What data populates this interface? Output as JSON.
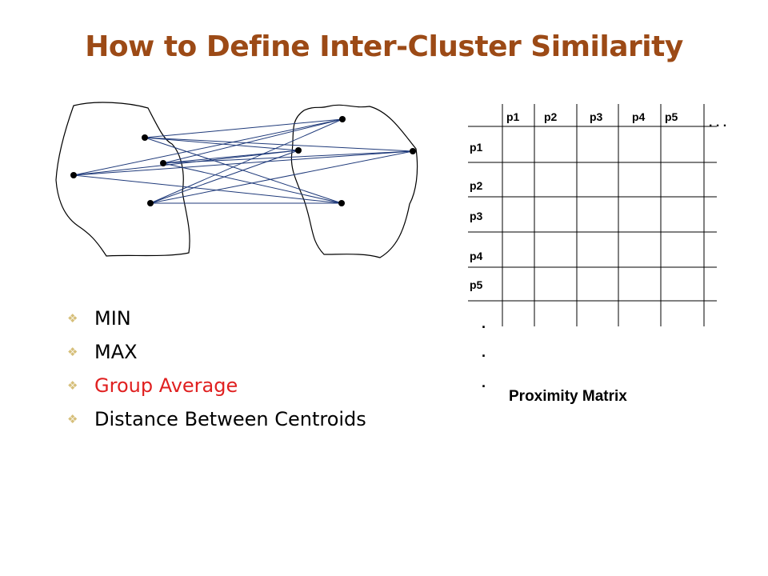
{
  "title": "How to Define Inter-Cluster Similarity",
  "bullets": [
    {
      "label": "MIN",
      "highlighted": false
    },
    {
      "label": "MAX",
      "highlighted": false
    },
    {
      "label": "Group Average",
      "highlighted": true
    },
    {
      "label": "Distance Between Centroids",
      "highlighted": false
    }
  ],
  "matrix": {
    "col_headers": [
      "p1",
      "p2",
      "p3",
      "p4",
      "p5"
    ],
    "row_headers": [
      "p1",
      "p2",
      "p3",
      "p4",
      "p5"
    ],
    "ellipsis_h": ". . .",
    "ellipsis_v": [
      ".",
      ".",
      "."
    ],
    "caption": "Proximity Matrix"
  },
  "colors": {
    "title": "#9c4a16",
    "highlight": "#e02020",
    "bullet_mark": "#d6bf7a",
    "edge": "#1f3a7a"
  }
}
